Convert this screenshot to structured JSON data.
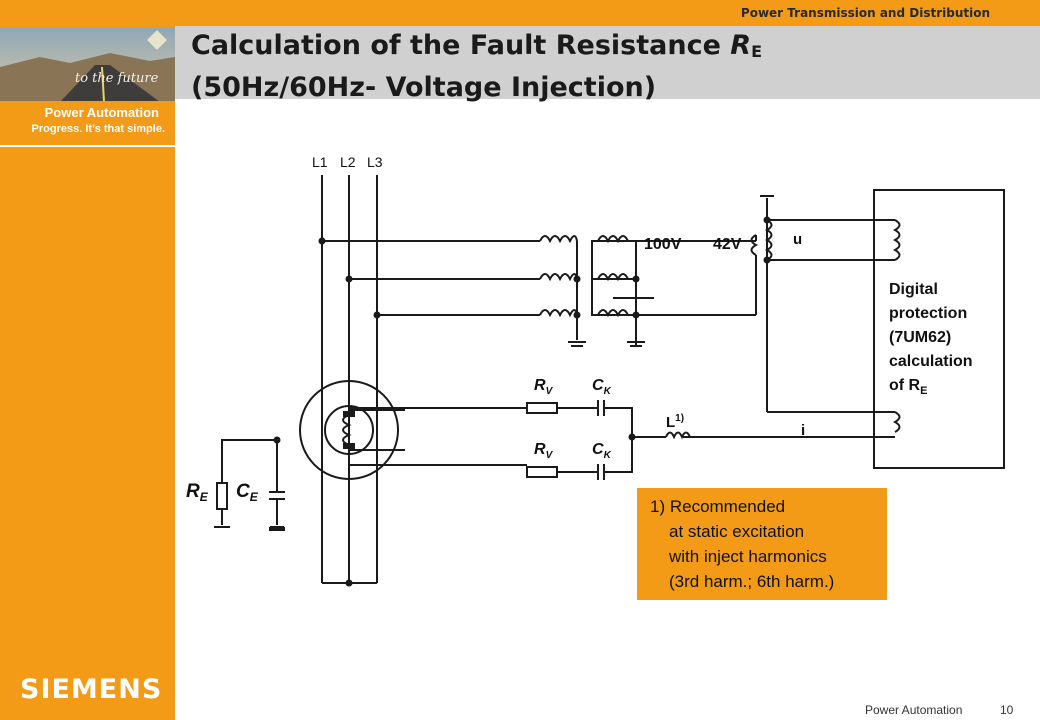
{
  "header": {
    "division": "Power Transmission and Distribution",
    "title_line1_prefix": "Calculation of the Fault Resistance ",
    "title_symbol": "R",
    "title_symbol_sub": "E",
    "title_line2": "(50Hz/60Hz- Voltage Injection)"
  },
  "sidebar": {
    "photo_text": "to the future",
    "brand_title": "Power Automation",
    "brand_tagline": "Progress. It’s that simple.",
    "logo": "SIEMENS"
  },
  "footer": {
    "label": "Power Automation",
    "page": "10"
  },
  "diagram": {
    "phase_labels": [
      "L1",
      "L2",
      "L3"
    ],
    "voltage_primary": "100V",
    "voltage_secondary": "42V",
    "voltage_measure": "u",
    "current_measure": "i",
    "relay_lines": [
      "Digital",
      "protection",
      "(7UM62)",
      "calculation",
      "of R"
    ],
    "relay_sub": "E",
    "rv_main": "R",
    "rv_sub": "V",
    "ck_main": "C",
    "ck_sub": "K",
    "l_main": "L",
    "l_sup": "1)",
    "re_main": "R",
    "re_sub": "E",
    "ce_main": "C",
    "ce_sub": "E"
  },
  "note": {
    "lines": [
      "1) Recommended",
      "at static excitation",
      "with inject harmonics",
      "(3rd harm.; 6th harm.)"
    ]
  },
  "colors": {
    "accent": "#f39a17",
    "title_bar": "#d0d0d0",
    "line": "#1a1a1a"
  }
}
